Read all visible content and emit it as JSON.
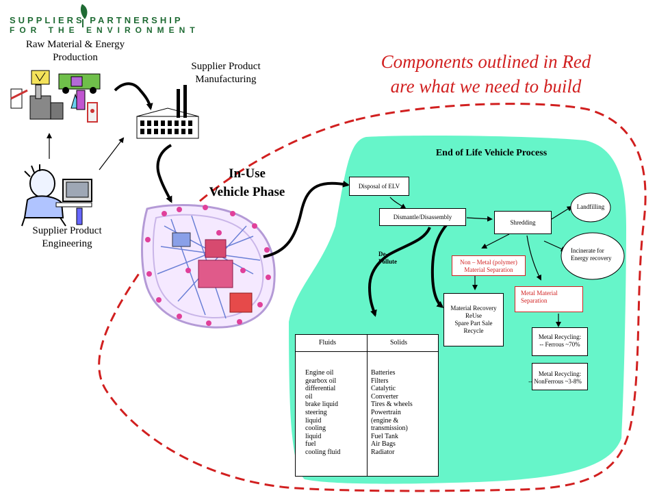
{
  "logo": {
    "line1": "SUPPLIERS PARTNERSHIP",
    "line2": "FOR THE ENVIRONMENT"
  },
  "labels": {
    "raw_material_1": "Raw Material & Energy",
    "raw_material_2": "Production",
    "supplier_mfg_1": "Supplier Product",
    "supplier_mfg_2": "Manufacturing",
    "supplier_eng_1": "Supplier Product",
    "supplier_eng_2": "Engineering",
    "in_use_1": "In-Use",
    "in_use_2": "Vehicle Phase"
  },
  "callout": {
    "line1": "Components outlined in Red",
    "line2": "are what we need to build"
  },
  "elv": {
    "title": "End of Life Vehicle Process",
    "disposal": "Disposal of ELV",
    "dismantle": "Dismantle/Disassembly",
    "shredding": "Shredding",
    "landfilling": "Landfilling",
    "incinerate_1": "Incinerate for",
    "incinerate_2": "Energy recovery",
    "depollute_1": "De-",
    "depollute_2": "Pollute",
    "nonmetal_1": "Non – Metal (polymer)",
    "nonmetal_2": "Material Separation",
    "metal_sep_1": "Metal Material",
    "metal_sep_2": "Separation",
    "recovery_1": "Material Recovery",
    "recovery_2": "ReUse",
    "recovery_3": "Spare Part Sale",
    "recovery_4": "Recycle",
    "ferrous_1": "Metal Recycling:",
    "ferrous_2": "-- Ferrous ~70%",
    "nonferrous_1": "Metal Recycling:",
    "nonferrous_2": "-- NonFerrous ~3-8%"
  },
  "table": {
    "fluids_header": "Fluids",
    "solids_header": "Solids",
    "fluids": [
      "Engine oil",
      "gearbox oil",
      "differential",
      "oil",
      "brake liquid",
      "steering",
      "liquid",
      "cooling",
      "liquid",
      "fuel",
      "cooling fluid"
    ],
    "solids": [
      "Batteries",
      "Filters",
      "Catalytic",
      "Converter",
      "Tires & wheels",
      "Powertrain",
      "(engine &",
      "transmission)",
      "Fuel Tank",
      "Air Bags",
      "Radiator"
    ]
  },
  "colors": {
    "blob": "#66f5c9",
    "red": "#d11f1f",
    "logo_green": "#1f6b34"
  }
}
